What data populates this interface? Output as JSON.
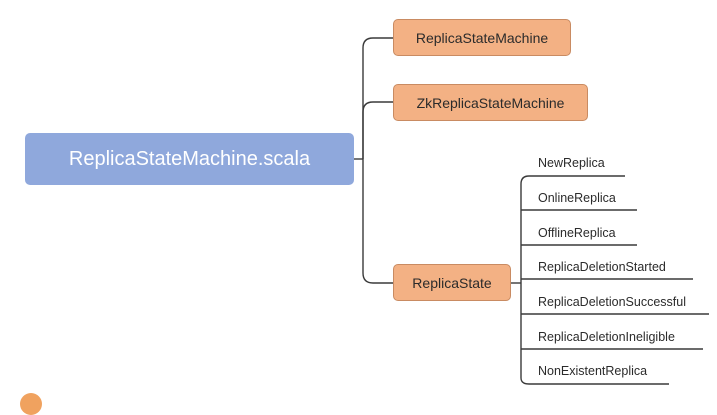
{
  "diagram": {
    "root": {
      "label": "ReplicaStateMachine.scala"
    },
    "children": [
      {
        "id": "replica-state-machine",
        "label": "ReplicaStateMachine"
      },
      {
        "id": "zk-replica-state-machine",
        "label": "ZkReplicaStateMachine"
      },
      {
        "id": "replica-state",
        "label": "ReplicaState",
        "states": [
          "NewReplica",
          "OnlineReplica",
          "OfflineReplica",
          "ReplicaDeletionStarted",
          "ReplicaDeletionSuccessful",
          "ReplicaDeletionIneligible",
          "NonExistentReplica"
        ]
      }
    ],
    "colors": {
      "root_fill": "#8fa8dc",
      "child_fill": "#f3b184",
      "child_border": "#c98b62",
      "connector": "#3a3a3a",
      "text": "#2b2b2b",
      "accent_dot": "#f0a25f"
    }
  }
}
